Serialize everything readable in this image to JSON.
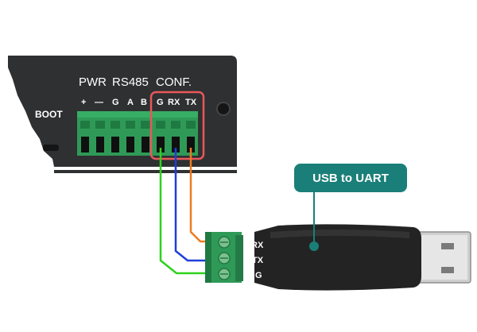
{
  "device": {
    "boot_label": "BOOT",
    "groups": {
      "pwr": "PWR",
      "rs485": "RS485",
      "conf": "CONF."
    },
    "pins": [
      "+",
      "—",
      "G",
      "A",
      "B",
      "G",
      "RX",
      "TX"
    ]
  },
  "adapter": {
    "callout": "USB to UART",
    "pins": [
      "RX",
      "TX",
      "G"
    ]
  },
  "colors": {
    "device_body": "#2f3032",
    "terminal": "#2f9a57",
    "highlight": "#e8585a",
    "callout": "#1a7f78",
    "wire_tx": "#f07a1f",
    "wire_rx": "#1f3fd8",
    "wire_g": "#2ed11d"
  }
}
